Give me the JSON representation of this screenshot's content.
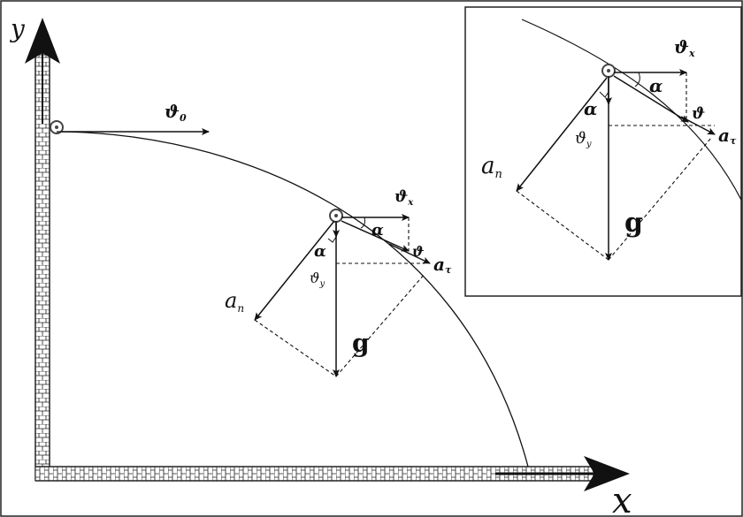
{
  "axes": {
    "y_label": "y",
    "x_label": "x"
  },
  "labels": {
    "v0": "ϑ",
    "v0_sub": "0",
    "vx": "ϑ",
    "vx_sub": "x",
    "vy": "ϑ",
    "vy_sub": "y",
    "v": "ϑ",
    "alpha": "α",
    "tau": "a",
    "tau_sub": "τ",
    "an": "a",
    "an_sub": "n",
    "g": "g"
  },
  "colors": {
    "line": "#111111",
    "wall": "#222222",
    "background": "#ffffff"
  }
}
